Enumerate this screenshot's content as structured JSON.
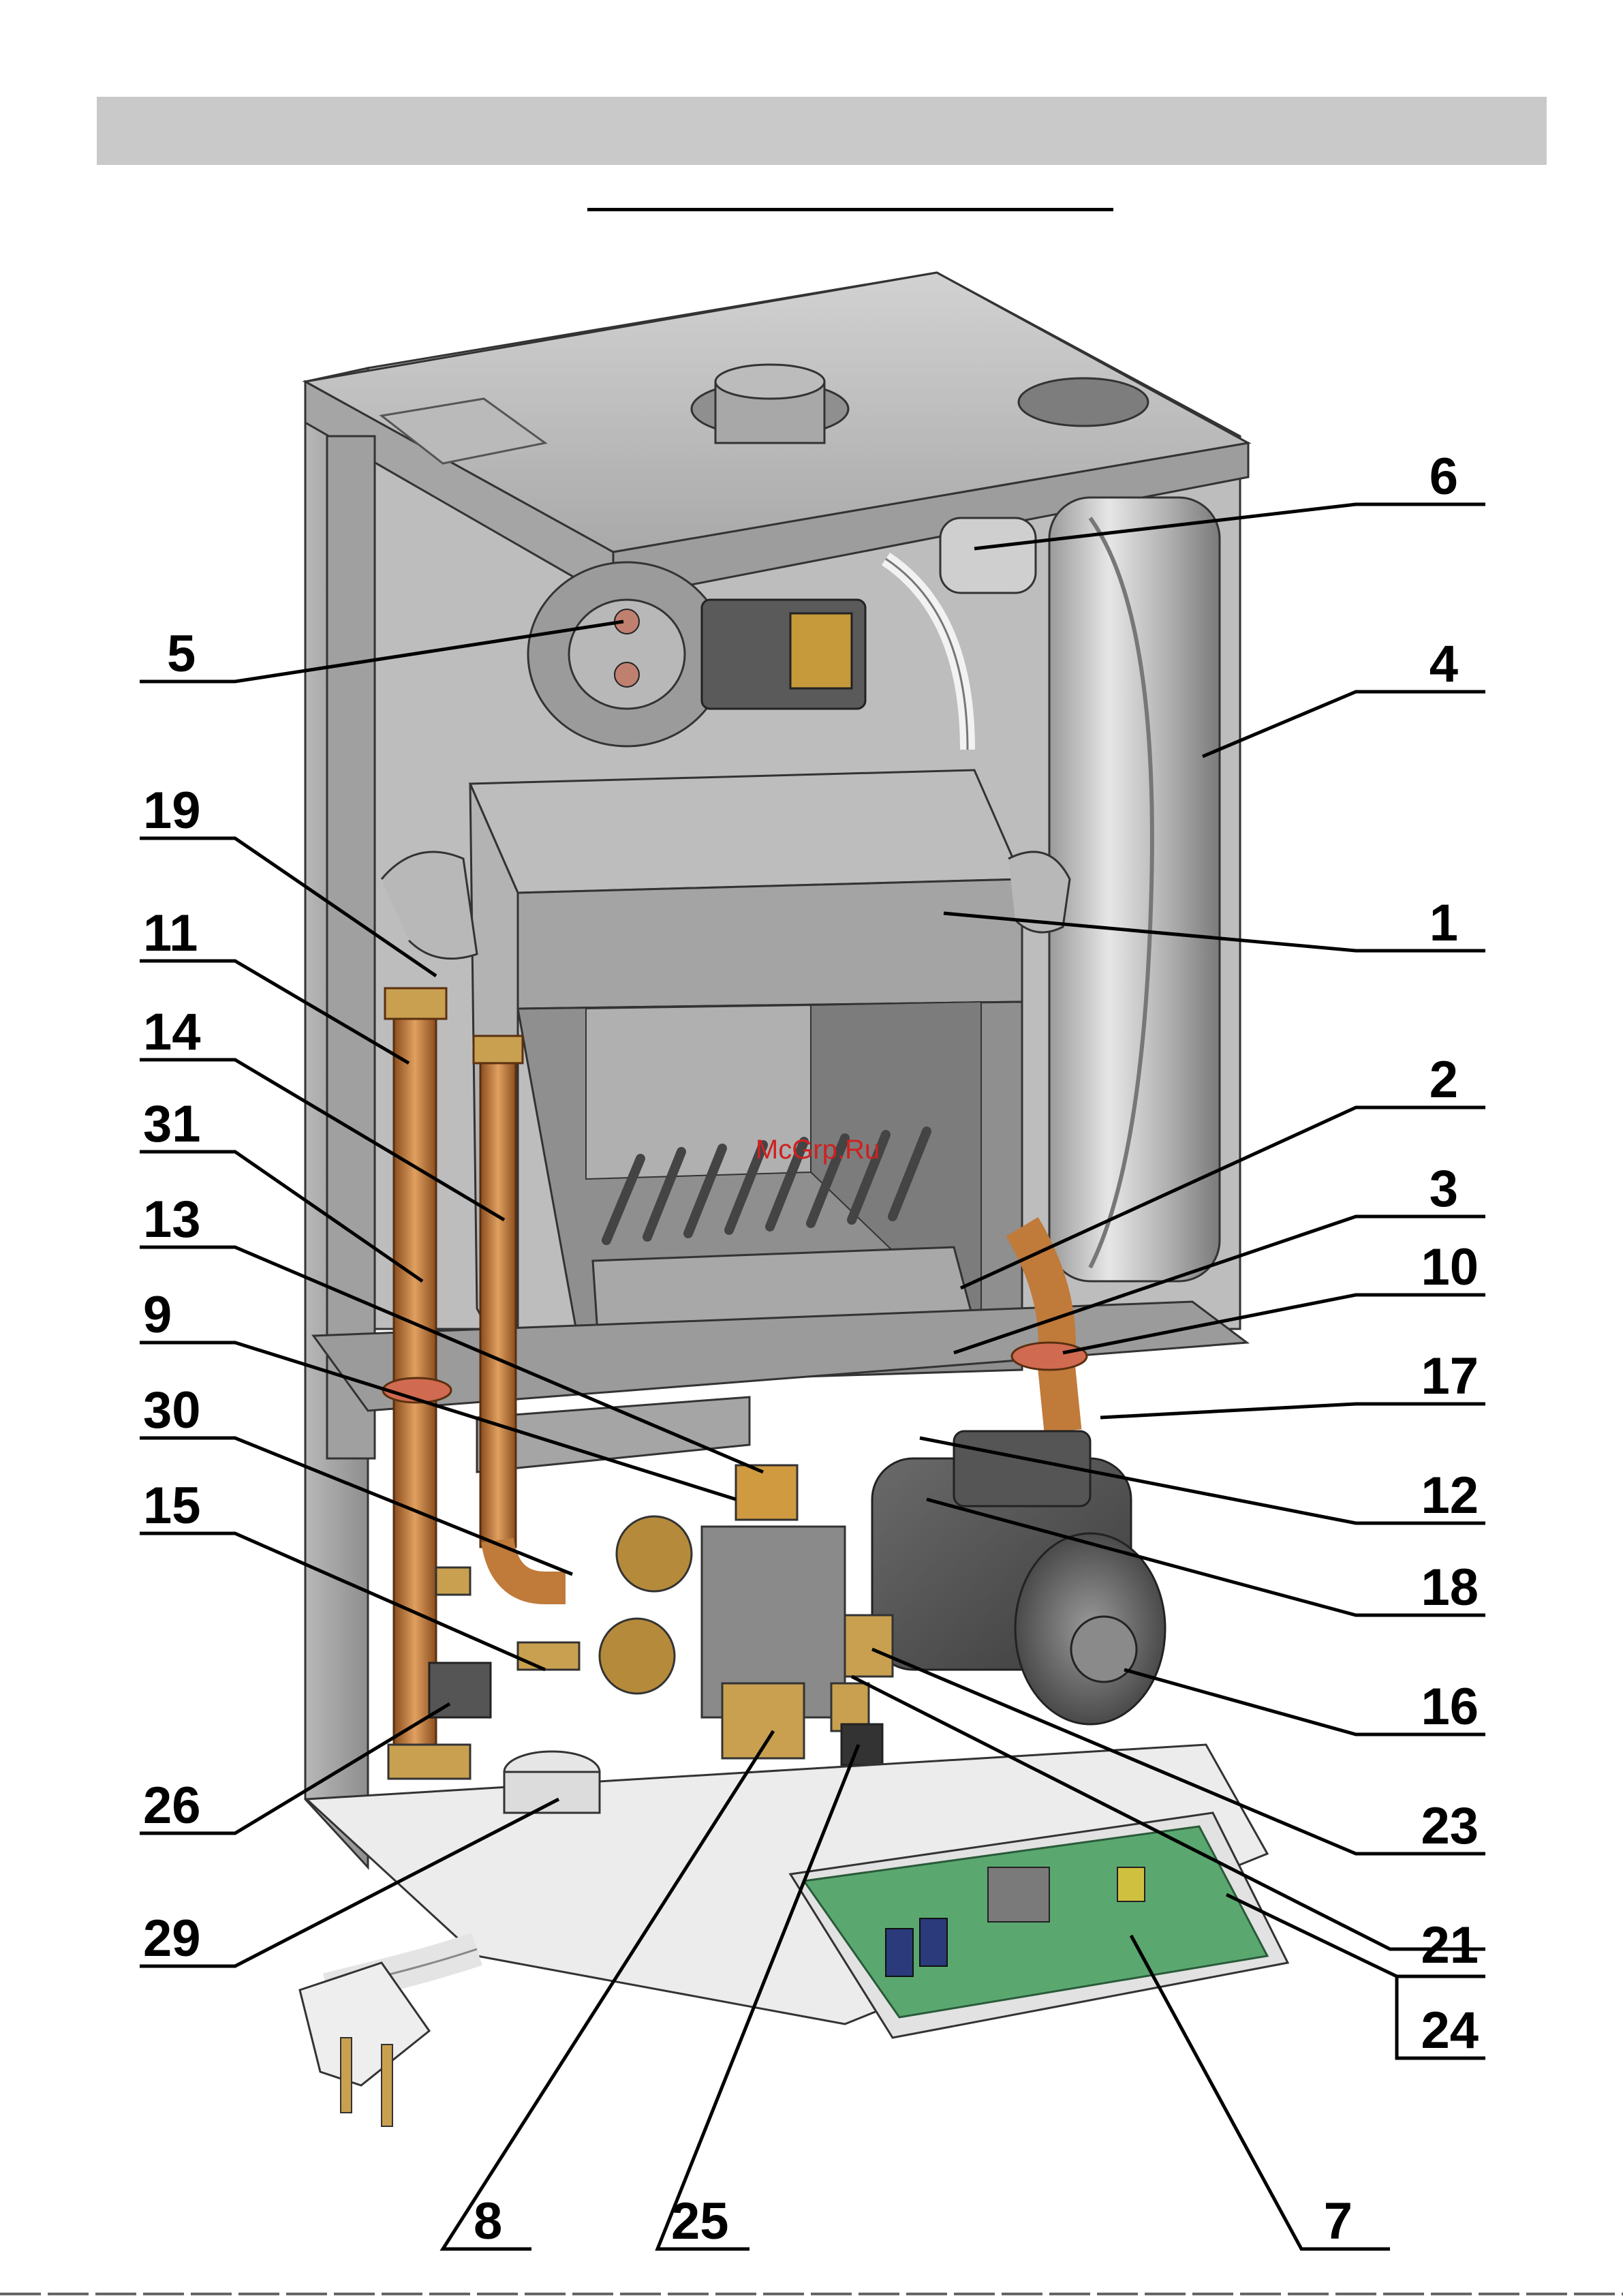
{
  "header": {
    "title": ""
  },
  "diagram": {
    "watermark": "McGrp.Ru",
    "callouts": {
      "c1": "1",
      "c2": "2",
      "c3": "3",
      "c4": "4",
      "c5": "5",
      "c6": "6",
      "c7": "7",
      "c8": "8",
      "c9": "9",
      "c10": "10",
      "c11": "11",
      "c12": "12",
      "c13": "13",
      "c14": "14",
      "c15": "15",
      "c16": "16",
      "c17": "17",
      "c18": "18",
      "c19": "19",
      "c21": "21",
      "c23": "23",
      "c24": "24",
      "c25": "25",
      "c26": "26",
      "c29": "29",
      "c30": "30",
      "c31": "31"
    }
  },
  "colors": {
    "background": "#ffffff",
    "header_bar": "#c9c9c9",
    "metal_light": "#c8c8c8",
    "metal_dark": "#8c8c8c",
    "copper": "#c07a3a",
    "brass": "#c8a050",
    "pcb_green": "#5aa86f",
    "watermark": "#d02020"
  }
}
